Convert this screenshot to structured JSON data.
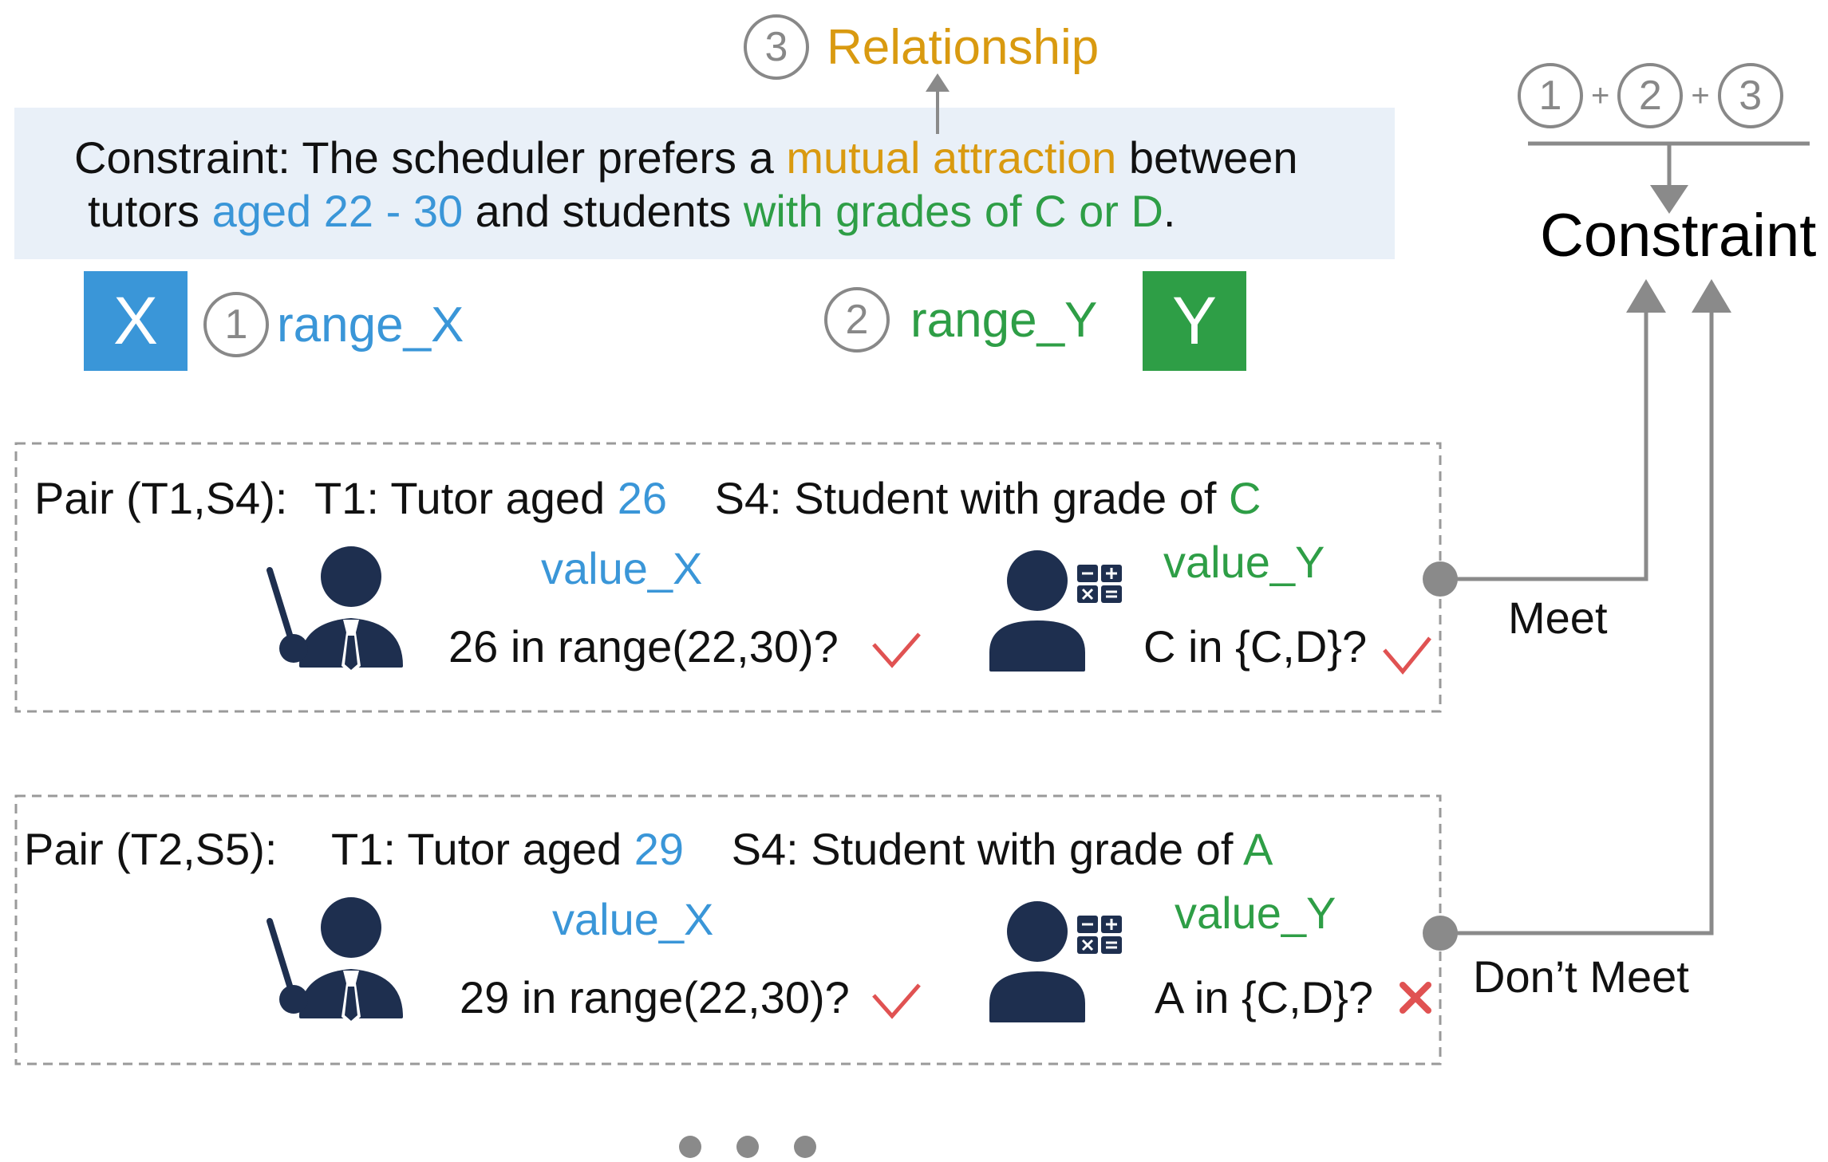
{
  "relationship": {
    "number": "3",
    "label": "Relationship"
  },
  "constraint_box": {
    "line1": [
      {
        "t": "Constraint: The scheduler prefers a ",
        "c": ""
      },
      {
        "t": "mutual attraction",
        "c": "orange"
      },
      {
        "t": " between",
        "c": ""
      }
    ],
    "line2": [
      {
        "t": "tutors ",
        "c": ""
      },
      {
        "t": "aged 22 - 30",
        "c": "blue"
      },
      {
        "t": " and students ",
        "c": ""
      },
      {
        "t": "with grades of C or D",
        "c": "green"
      },
      {
        "t": ".",
        "c": ""
      }
    ]
  },
  "x_var": {
    "letter": "X",
    "number": "1",
    "label": "range_X",
    "color": "#3a96d8"
  },
  "y_var": {
    "letter": "Y",
    "number": "2",
    "label": "range_Y",
    "color": "#2e9e46"
  },
  "formula": {
    "n1": "1",
    "n2": "2",
    "n3": "3",
    "plus": "+",
    "result": "Constraint"
  },
  "pairs": [
    {
      "pair_label": "Pair (T1,S4):",
      "tutor_text": "T1: Tutor aged ",
      "tutor_value": "26",
      "student_text": "S4: Student with grade of ",
      "student_value": "C",
      "value_x": "value_X",
      "value_y": "value_Y",
      "check_x": "26 in range(22,30)?",
      "check_y": "C in {C,D}?",
      "result_x": "✓",
      "result_y": "✓",
      "outcome": "Meet"
    },
    {
      "pair_label": "Pair (T2,S5):",
      "tutor_text": "T1: Tutor aged ",
      "tutor_value": "29",
      "student_text": "S4: Student with grade of ",
      "student_value": "A",
      "value_x": "value_X",
      "value_y": "value_Y",
      "check_x": "29 in range(22,30)?",
      "check_y": "A in {C,D}?",
      "result_x": "✓",
      "result_y": "✕",
      "outcome": "Don’t Meet"
    }
  ],
  "icons": [
    "teacher-icon",
    "student-calculator-icon",
    "checkmark-icon",
    "cross-icon",
    "ellipsis-icon"
  ],
  "colors": {
    "navy": "#1e2f4f",
    "gray": "#8a8a8a",
    "check_red": "#e05252",
    "box_bg": "#e9f0f8"
  }
}
